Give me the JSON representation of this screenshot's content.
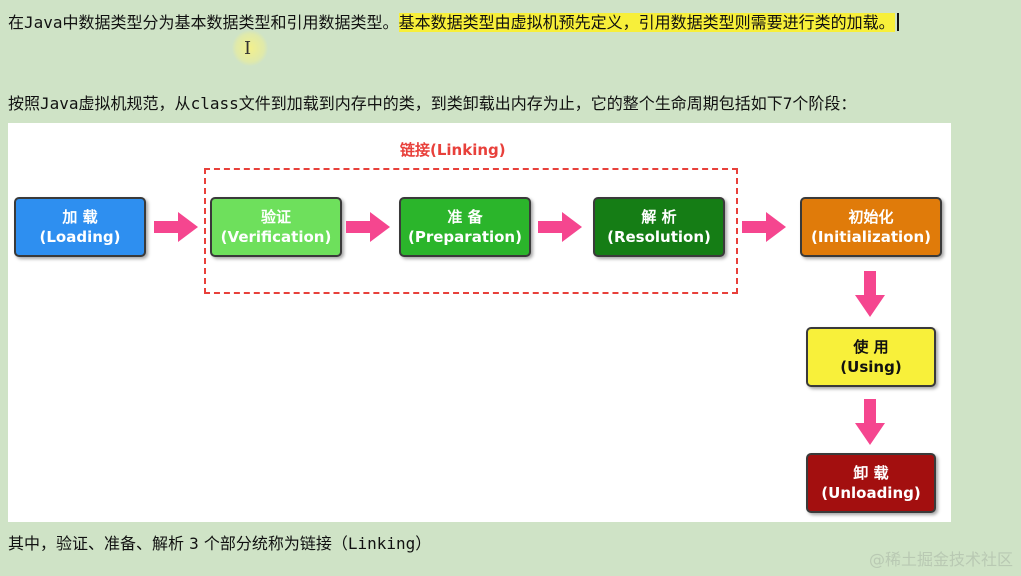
{
  "text": {
    "para1_plain_pre": "在",
    "para1_java": "Java",
    "para1_plain_post": "中数据类型分为基本数据类型和引用数据类型。",
    "para1_highlight": "基本数据类型由虚拟机预先定义，引用数据类型则需要进行类的加载。",
    "para2_a": "按照",
    "para2_java": "Java",
    "para2_b": "虚拟机规范，从",
    "para2_class": "class",
    "para2_c": "文件到加载到内存中的类，到类卸载出内存为止，它的整个生命周期包括如下",
    "para2_seven": "7",
    "para2_d": "个阶段：",
    "para3_a": "其中，验证、准备、解析 ",
    "para3_three": "3",
    "para3_b": " 个部分统称为链接（",
    "para3_linking": "Linking",
    "para3_c": "）",
    "watermark": "@稀土掘金技术社区"
  },
  "diagram": {
    "linking_group_label": "链接(Linking)",
    "nodes": {
      "loading": {
        "cn": "加 载",
        "en": "(Loading)",
        "color": "#2e8ff0",
        "text_color": "#ffffff"
      },
      "verification": {
        "cn": "验证",
        "en": "(Verification)",
        "color": "#6ee05c",
        "text_color": "#ffffff"
      },
      "preparation": {
        "cn": "准 备",
        "en": "(Preparation)",
        "color": "#2bb52b",
        "text_color": "#ffffff"
      },
      "resolution": {
        "cn": "解 析",
        "en": "(Resolution)",
        "color": "#157d15",
        "text_color": "#ffffff"
      },
      "initialization": {
        "cn": "初始化",
        "en": "(Initialization)",
        "color": "#e07b0a",
        "text_color": "#ffffff"
      },
      "using": {
        "cn": "使 用",
        "en": "(Using)",
        "color": "#f8f03a",
        "text_color": "#111111"
      },
      "unloading": {
        "cn": "卸 载",
        "en": "(Unloading)",
        "color": "#a30f0f",
        "text_color": "#ffffff"
      }
    },
    "arrow_color": "#f5468f",
    "dash_color": "#e8403b"
  }
}
